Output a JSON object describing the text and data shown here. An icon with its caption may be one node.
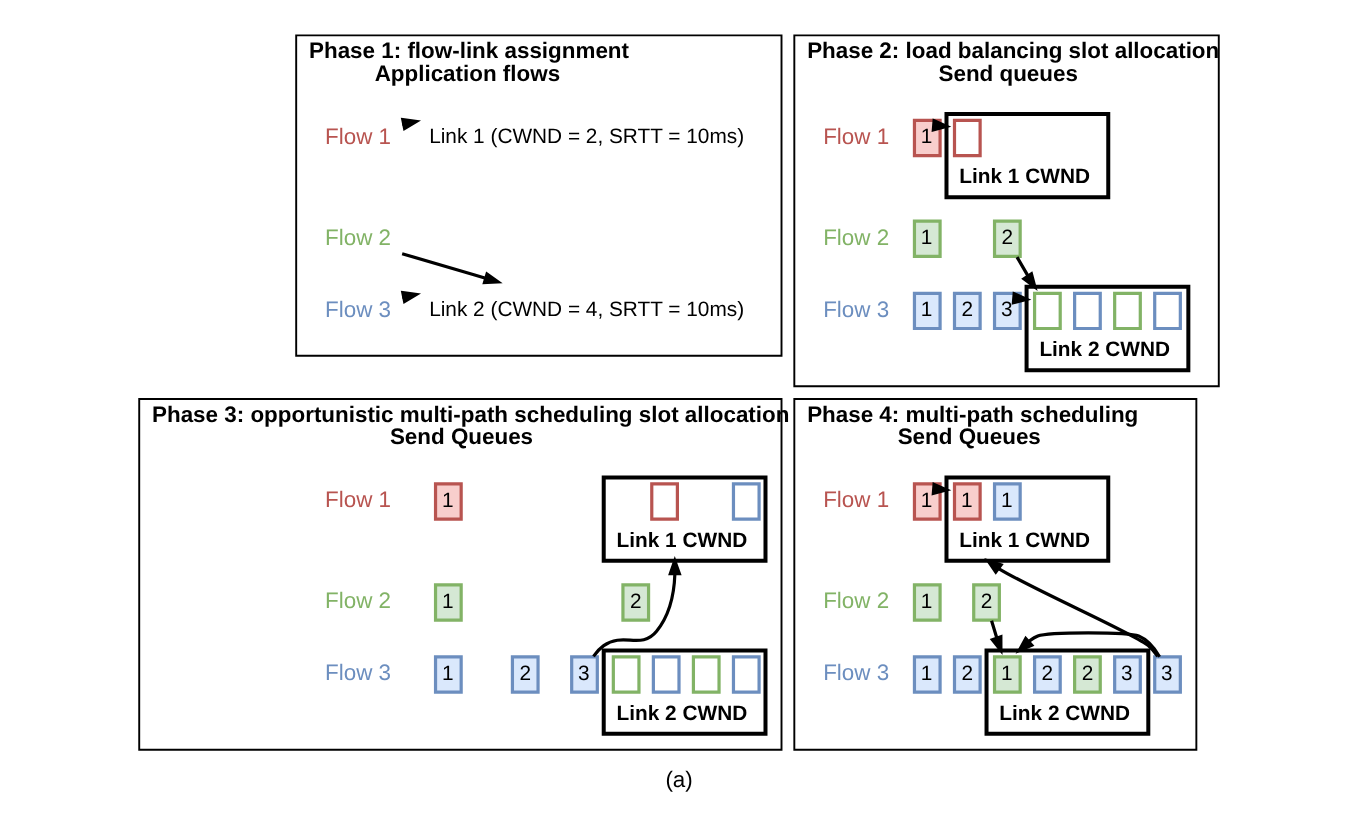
{
  "diagram": {
    "caption": "(a)",
    "nodes": [
      {
        "text": [
          "Phase 1: flow-link assignment",
          "Application flows"
        ]
      },
      {
        "text": [
          "Flow 1"
        ],
        "in": 0
      },
      {
        "text": [
          "Link 1 (CWND = 2, SRTT = 10ms)"
        ],
        "in": 0
      },
      {
        "text": [
          "Flow 2"
        ],
        "in": 0
      },
      {
        "text": [
          "Flow 3"
        ],
        "in": 0
      },
      {
        "text": [
          "Link 2 (CWND = 4, SRTT = 10ms)"
        ],
        "in": 0
      },
      {
        "text": [
          "Phase 2: load balancing slot allocation",
          "Send queues"
        ]
      },
      {
        "text": [
          "Flow 1"
        ],
        "in": 6
      },
      {
        "text": [
          "1"
        ],
        "in": 6
      },
      {
        "text": [
          "Link 1 CWND"
        ],
        "in": 6
      },
      {
        "text": [],
        "shape": "box",
        "in": 9
      },
      {
        "text": [
          "Flow 2"
        ],
        "in": 6
      },
      {
        "text": [
          "1"
        ],
        "in": 6
      },
      {
        "text": [
          "2"
        ],
        "in": 6
      },
      {
        "text": [
          "Flow 3"
        ],
        "in": 6
      },
      {
        "text": [
          "1"
        ],
        "in": 6
      },
      {
        "text": [
          "2"
        ],
        "in": 6
      },
      {
        "text": [
          "3"
        ],
        "in": 6
      },
      {
        "text": [
          "Link 2 CWND"
        ],
        "in": 6
      },
      {
        "text": [],
        "shape": "box",
        "in": 18
      },
      {
        "text": [],
        "shape": "box",
        "in": 18
      },
      {
        "text": [],
        "shape": "box",
        "in": 18
      },
      {
        "text": [],
        "shape": "box",
        "in": 18
      },
      {
        "text": [
          "Phase 3: opportunistic multi-path scheduling slot allocation",
          "Send Queues"
        ]
      },
      {
        "text": [
          "Flow 1"
        ],
        "in": 23
      },
      {
        "text": [
          "1"
        ],
        "in": 23
      },
      {
        "text": [
          "Link 1 CWND"
        ],
        "in": 23
      },
      {
        "text": [],
        "shape": "box",
        "in": 26
      },
      {
        "text": [],
        "shape": "box",
        "in": 26
      },
      {
        "text": [
          "Flow 2"
        ],
        "in": 23
      },
      {
        "text": [
          "1"
        ],
        "in": 23
      },
      {
        "text": [
          "2"
        ],
        "in": 23
      },
      {
        "text": [
          "Flow 3"
        ],
        "in": 23
      },
      {
        "text": [
          "1"
        ],
        "in": 23
      },
      {
        "text": [
          "2"
        ],
        "in": 23
      },
      {
        "text": [
          "3"
        ],
        "in": 23
      },
      {
        "text": [
          "Link 2 CWND"
        ],
        "in": 23
      },
      {
        "text": [],
        "shape": "box",
        "in": 36
      },
      {
        "text": [],
        "shape": "box",
        "in": 36
      },
      {
        "text": [],
        "shape": "box",
        "in": 36
      },
      {
        "text": [],
        "shape": "box",
        "in": 36
      },
      {
        "text": [
          "Phase 4: multi-path scheduling",
          "Send Queues"
        ]
      },
      {
        "text": [
          "Flow 1"
        ],
        "in": 41
      },
      {
        "text": [
          "1"
        ],
        "in": 41
      },
      {
        "text": [
          "Link 1 CWND"
        ],
        "in": 41
      },
      {
        "text": [
          "1"
        ],
        "in": 44
      },
      {
        "text": [
          "1"
        ],
        "in": 44
      },
      {
        "text": [
          "Flow 2"
        ],
        "in": 41
      },
      {
        "text": [
          "1"
        ],
        "in": 41
      },
      {
        "text": [
          "2"
        ],
        "in": 41
      },
      {
        "text": [
          "Flow 3"
        ],
        "in": 41
      },
      {
        "text": [
          "1"
        ],
        "in": 41
      },
      {
        "text": [
          "2"
        ],
        "in": 41
      },
      {
        "text": [
          "3"
        ],
        "in": 41
      },
      {
        "text": [
          "Link 2 CWND"
        ],
        "in": 41
      },
      {
        "text": [
          "1"
        ],
        "in": 54
      },
      {
        "text": [
          "2"
        ],
        "in": 54
      },
      {
        "text": [
          "2"
        ],
        "in": 54
      },
      {
        "text": [
          "3"
        ],
        "in": 54
      }
    ],
    "edges": [
      {
        "from": 1,
        "to": 2,
        "arrow": "to"
      },
      {
        "from": 3,
        "to": 5,
        "arrow": "to"
      },
      {
        "from": 4,
        "to": 5,
        "arrow": "to"
      },
      {
        "from": 8,
        "to": 9,
        "arrow": "to"
      },
      {
        "from": 13,
        "to": 18,
        "arrow": "to"
      },
      {
        "from": 17,
        "to": 18,
        "arrow": "to"
      },
      {
        "from": 35,
        "to": 26,
        "arrow": "to"
      },
      {
        "from": 43,
        "to": 44,
        "arrow": "to"
      },
      {
        "from": 49,
        "to": 54,
        "arrow": "to"
      },
      {
        "from": 53,
        "to": 44,
        "arrow": "to"
      },
      {
        "from": 53,
        "to": 54,
        "arrow": "to"
      }
    ]
  }
}
